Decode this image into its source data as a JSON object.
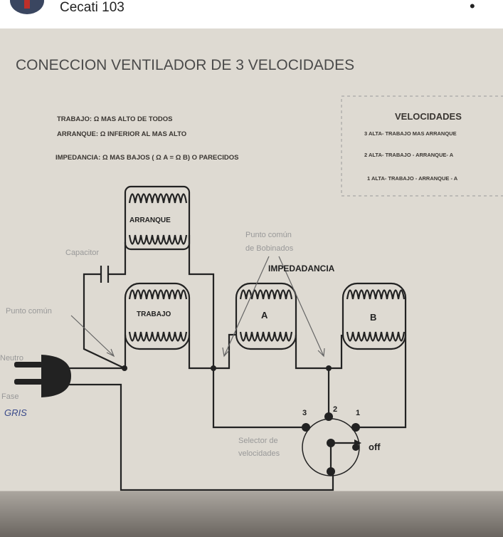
{
  "post": {
    "author": "Cecati 103",
    "menu_icon": "more-options-icon"
  },
  "diagram": {
    "title": "CONECCION VENTILADOR DE 3 VELOCIDADES",
    "notes": [
      "TRABAJO: Ω MAS ALTO DE TODOS",
      "ARRANQUE:  Ω INFERIOR AL MAS ALTO",
      "IMPEDANCIA: Ω MAS BAJOS ( Ω A = Ω B) O PARECIDOS"
    ],
    "speeds_title": "VELOCIDADES",
    "speeds": [
      "3 ALTA- TRABAJO MAS ARRANQUE",
      "2 ALTA- TRABAJO - ARRANQUE- A",
      "1 ALTA- TRABAJO - ARRANQUE - A"
    ],
    "labels": {
      "arranque": "ARRANQUE",
      "trabajo": "TRABAJO",
      "a": "A",
      "b": "B",
      "capacitor": "Capacitor",
      "punto_comun": "Punto común",
      "punto_comun_bob_1": "Punto común",
      "punto_comun_bob_2": "de Bobinados",
      "impedancia": "IMPEDADANCIA",
      "neutro": "Neutro",
      "fase": "Fase",
      "gris": "GRIS",
      "selector_1": "Selector de",
      "selector_2": "velocidades",
      "off": "off",
      "pos3": "3",
      "pos2": "2",
      "pos1": "1"
    }
  }
}
